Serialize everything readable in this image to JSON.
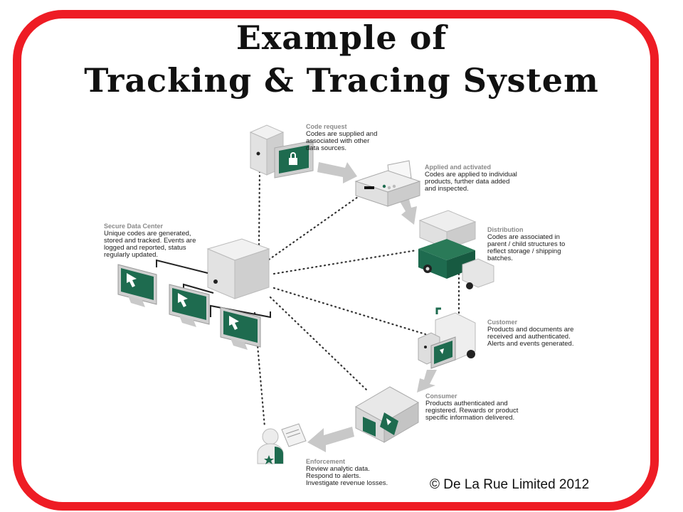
{
  "title": {
    "line1": "Example of",
    "line2": "Tracking & Tracing System"
  },
  "steps": [
    {
      "heading": "Code request",
      "text": "Codes are supplied and\nassociated with other\ndata sources."
    },
    {
      "heading": "Applied and activated",
      "text": "Codes are applied to individual\nproducts, further data added\nand inspected."
    },
    {
      "heading": "Distribution",
      "text": "Codes are associated in\nparent / child structures to\nreflect storage / shipping\nbatches."
    },
    {
      "heading": "Customer",
      "text": "Products and documents are\nreceived and authenticated.\nAlerts and events generated."
    },
    {
      "heading": "Consumer",
      "text": "Products authenticated and\nregistered. Rewards or product\nspecific information delivered."
    },
    {
      "heading": "Enforcement",
      "text": "Review analytic data.\nRespond to alerts.\nInvestigate revenue losses."
    }
  ],
  "data_center": {
    "heading": "Secure Data Center",
    "text": "Unique codes are generated,\nstored and tracked. Events are\nlogged and reported, status\nregularly updated."
  },
  "copyright": "© De La Rue Limited 2012",
  "colors": {
    "frame": "#ee1c24",
    "accent_green": "#1e6b4f",
    "device_grey": "#d8d8d8",
    "arrow_grey": "#c8c8c8"
  },
  "icons": [
    "server-icon",
    "monitor-icon",
    "lock-icon",
    "printer-icon",
    "truck-icon",
    "trolley-icon",
    "warehouse-icon",
    "person-icon",
    "star-icon"
  ]
}
